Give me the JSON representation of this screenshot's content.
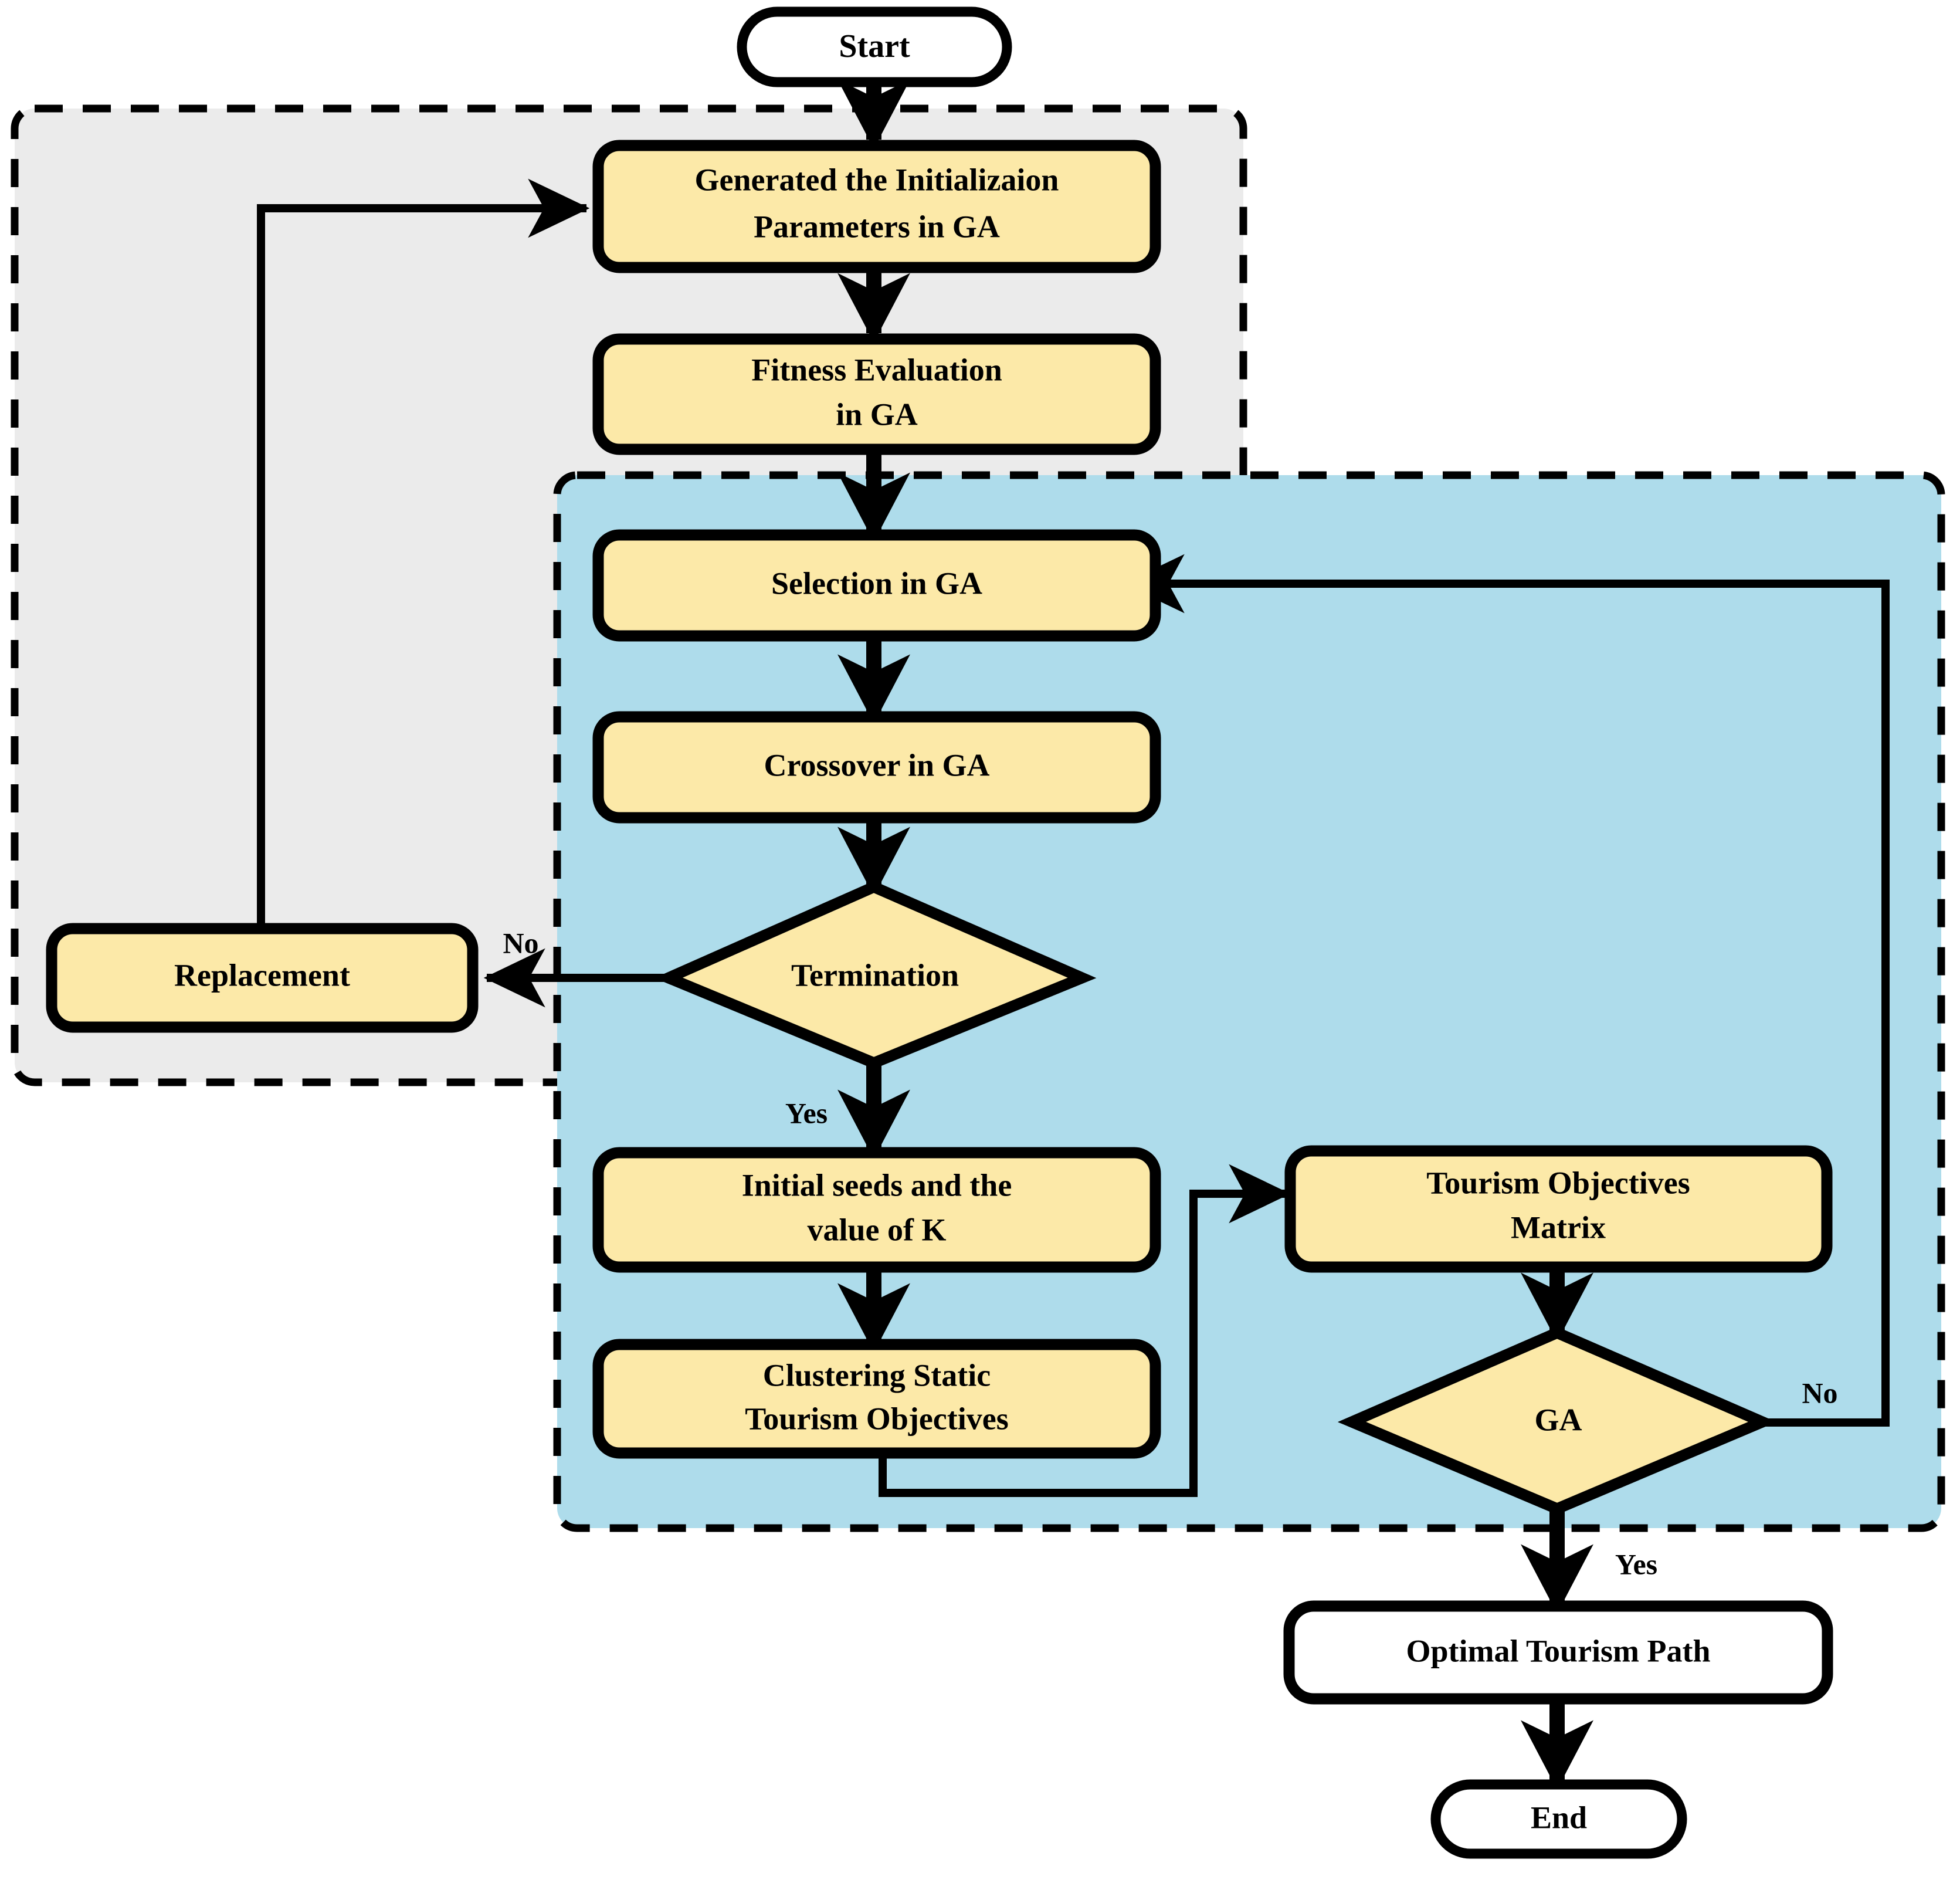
{
  "diagram": {
    "title": "Genetic Algorithm + Clustering Tourism Path Flowchart",
    "colors": {
      "process_fill": "#FCE9A8",
      "terminal_fill": "#FFFFFF",
      "decision_fill": "#FCE9A8",
      "group_ga_fill": "#EBEBEB",
      "group_cluster_fill": "#AEDCEB",
      "stroke": "#000000"
    },
    "groups": [
      {
        "id": "ga-group",
        "name": "ga-module-container",
        "fill": "#EBEBEB"
      },
      {
        "id": "cluster-group",
        "name": "clustering-module-container",
        "fill": "#AEDCEB"
      }
    ],
    "nodes": [
      {
        "id": "start",
        "label": "Start",
        "shape": "terminal"
      },
      {
        "id": "init",
        "label": "Generated the Initializaion\nParameters in GA",
        "shape": "process"
      },
      {
        "id": "fitness",
        "label": "Fitness Evaluation\nin GA",
        "shape": "process"
      },
      {
        "id": "selection",
        "label": "Selection in GA",
        "shape": "process"
      },
      {
        "id": "crossover",
        "label": "Crossover in GA",
        "shape": "process"
      },
      {
        "id": "termination",
        "label": "Termination",
        "shape": "decision"
      },
      {
        "id": "replacement",
        "label": "Replacement",
        "shape": "process"
      },
      {
        "id": "seeds",
        "label": "Initial seeds and the\nvalue of K",
        "shape": "process"
      },
      {
        "id": "clustering",
        "label": "Clustering Static\nTourism Objectives",
        "shape": "process"
      },
      {
        "id": "matrix",
        "label": "Tourism Objectives\nMatrix",
        "shape": "process"
      },
      {
        "id": "ga",
        "label": "GA",
        "shape": "decision"
      },
      {
        "id": "optimal",
        "label": "Optimal Tourism Path",
        "shape": "terminal"
      },
      {
        "id": "end",
        "label": "End",
        "shape": "terminal"
      }
    ],
    "edge_labels": {
      "termination_no": "No",
      "termination_yes": "Yes",
      "ga_no": "No",
      "ga_yes": "Yes"
    },
    "edges": [
      {
        "from": "start",
        "to": "init",
        "label": ""
      },
      {
        "from": "init",
        "to": "fitness",
        "label": ""
      },
      {
        "from": "fitness",
        "to": "selection",
        "label": ""
      },
      {
        "from": "selection",
        "to": "crossover",
        "label": ""
      },
      {
        "from": "crossover",
        "to": "termination",
        "label": ""
      },
      {
        "from": "termination",
        "to": "replacement",
        "label": "No"
      },
      {
        "from": "replacement",
        "to": "init",
        "label": ""
      },
      {
        "from": "termination",
        "to": "seeds",
        "label": "Yes"
      },
      {
        "from": "seeds",
        "to": "clustering",
        "label": ""
      },
      {
        "from": "clustering",
        "to": "matrix",
        "label": ""
      },
      {
        "from": "matrix",
        "to": "ga",
        "label": ""
      },
      {
        "from": "ga",
        "to": "selection",
        "label": "No"
      },
      {
        "from": "ga",
        "to": "optimal",
        "label": "Yes"
      },
      {
        "from": "optimal",
        "to": "end",
        "label": ""
      }
    ]
  }
}
